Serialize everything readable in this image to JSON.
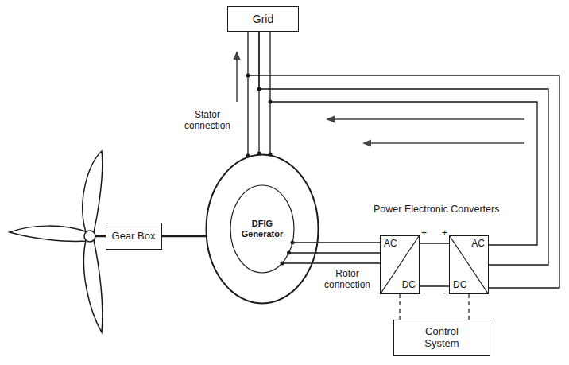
{
  "diagram": {
    "nodes": [
      {
        "text": [
          "Grid"
        ]
      },
      {
        "text": [
          "Gear Box"
        ]
      },
      {
        "text": [
          "DFIG Generator"
        ]
      },
      {
        "text": [
          "AC",
          "DC"
        ]
      },
      {
        "text": [
          "AC",
          "DC"
        ]
      },
      {
        "text": [
          "Control System"
        ]
      }
    ],
    "edges": [
      {
        "from": 1,
        "to": 2,
        "arrow": "none"
      },
      {
        "from": 2,
        "to": 0,
        "arrow": "none"
      },
      {
        "from": 2,
        "to": 3,
        "arrow": "none"
      },
      {
        "from": 3,
        "to": 4,
        "arrow": "none"
      },
      {
        "from": 4,
        "to": 0,
        "arrow": "none"
      },
      {
        "from": 3,
        "to": 5,
        "arrow": "none"
      },
      {
        "from": 4,
        "to": 5,
        "arrow": "none"
      }
    ],
    "labels": [
      "Stator connection",
      "Rotor connection",
      "Power Electronic Converters",
      "+",
      "+",
      "-",
      "-"
    ]
  }
}
